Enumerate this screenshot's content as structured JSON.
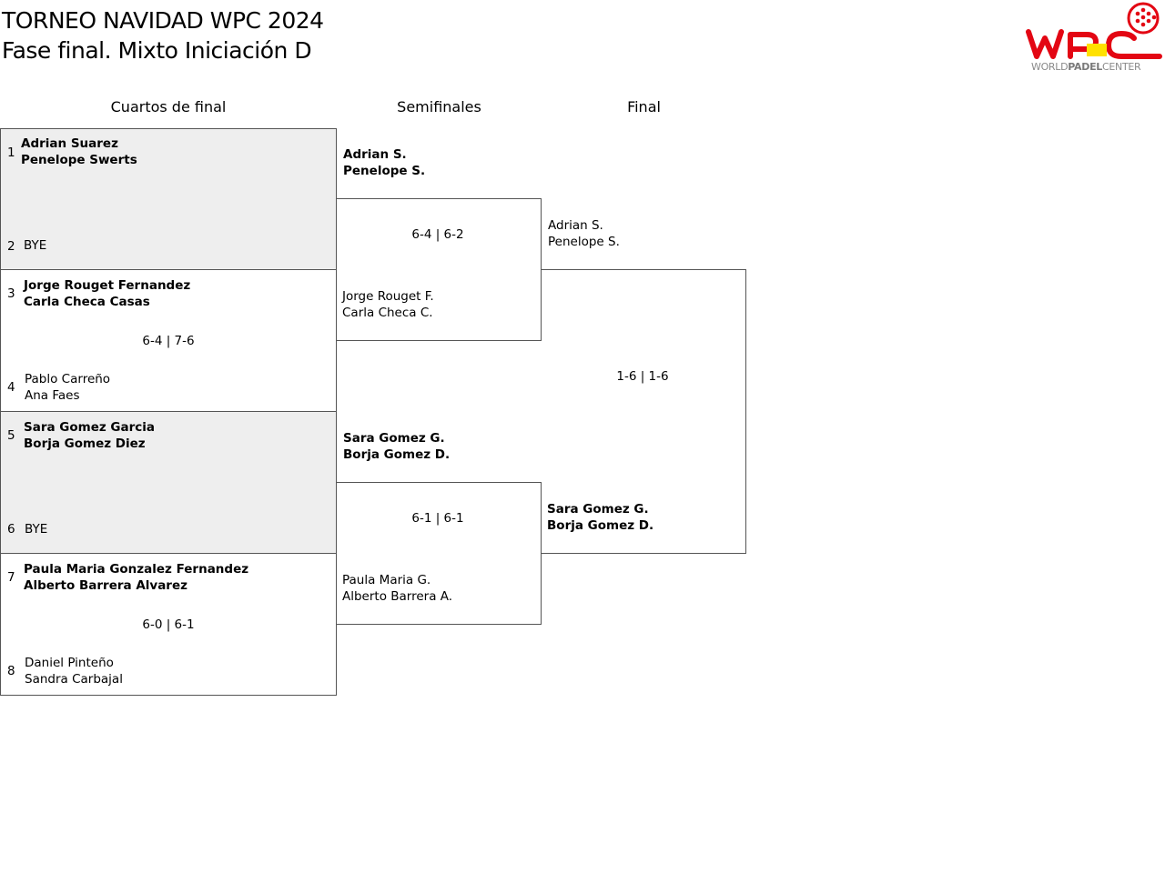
{
  "header": {
    "title": "TORNEO NAVIDAD WPC 2024",
    "subtitle": "Fase final. Mixto Iniciación D"
  },
  "logo": {
    "text_light1": "WORLD",
    "text_bold": "PADEL",
    "text_light2": "CENTER",
    "colors": {
      "red": "#e30613",
      "yellow": "#ffe100",
      "grey": "#8a8a8a"
    }
  },
  "rounds": {
    "quarters": "Cuartos de final",
    "semis": "Semifinales",
    "final": "Final"
  },
  "quarters": [
    {
      "seed_a": "1",
      "a1": "Adrian Suarez",
      "a2": "Penelope Swerts",
      "seed_b": "2",
      "b1": "BYE",
      "b2": "",
      "score": ""
    },
    {
      "seed_a": "3",
      "a1": "Jorge Rouget Fernandez",
      "a2": "Carla Checa Casas",
      "seed_b": "4",
      "b1": "Pablo Carreño",
      "b2": "Ana Faes",
      "score": "6-4 | 7-6"
    },
    {
      "seed_a": "5",
      "a1": "Sara Gomez Garcia",
      "a2": "Borja Gomez Diez",
      "seed_b": "6",
      "b1": "BYE",
      "b2": "",
      "score": ""
    },
    {
      "seed_a": "7",
      "a1": "Paula Maria Gonzalez Fernandez",
      "a2": "Alberto Barrera Alvarez",
      "seed_b": "8",
      "b1": "Daniel Pinteño",
      "b2": "Sandra Carbajal",
      "score": "6-0 | 6-1"
    }
  ],
  "semis": [
    {
      "a1": "Adrian S.",
      "a2": "Penelope S.",
      "b1": "Jorge Rouget F.",
      "b2": "Carla Checa C.",
      "score": "6-4 | 6-2"
    },
    {
      "a1": "Sara Gomez G.",
      "a2": "Borja Gomez D.",
      "b1": "Paula Maria G.",
      "b2": "Alberto Barrera A.",
      "score": "6-1 | 6-1"
    }
  ],
  "final": {
    "a1": "Adrian S.",
    "a2": "Penelope S.",
    "b1": "Sara Gomez G.",
    "b2": "Borja Gomez D.",
    "score": "1-6 | 1-6"
  }
}
